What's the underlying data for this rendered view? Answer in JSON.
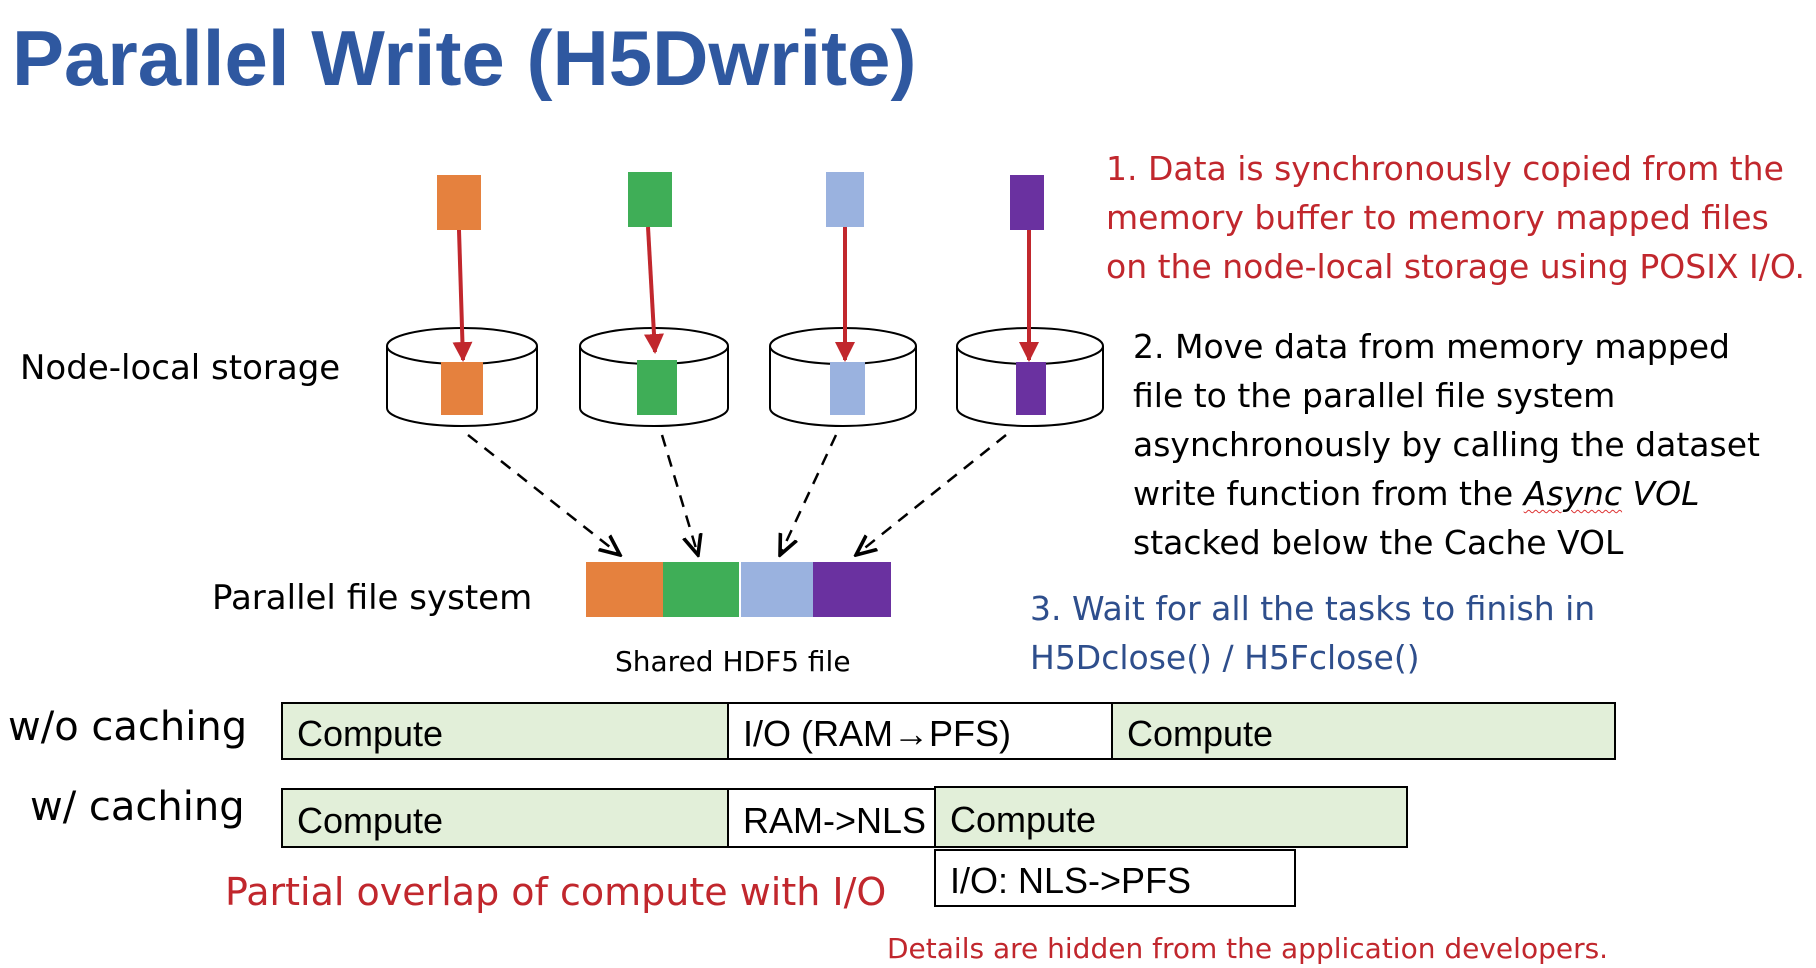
{
  "title": "Parallel Write (H5Dwrite)",
  "colors": {
    "title": "#2f58a0",
    "orange": "#e5813e",
    "green": "#3fae57",
    "light_blue": "#9ab2df",
    "purple": "#6a31a0",
    "arrow_red": "#c1272d",
    "step_red": "#c1272d",
    "step_blue": "#2e4e8c",
    "compute_fill": "#e2efd9"
  },
  "labels": {
    "node_local": "Node-local storage",
    "pfs": "Parallel file system",
    "shared_file": "Shared HDF5 file"
  },
  "steps": {
    "step1": [
      "1. Data is synchronously copied from the",
      "memory buffer to memory mapped files",
      "on the node-local storage using POSIX I/O."
    ],
    "step2": {
      "line1": "2. Move data from memory mapped",
      "line2": "file to the parallel file system",
      "line3": "asynchronously by calling the dataset",
      "line4_pre": "write function from the ",
      "line4_italic1": "Async",
      "line4_italic2": " VOL",
      "line5": "stacked below the Cache VOL"
    },
    "step3": [
      "3. Wait for all the tasks to finish in",
      "H5Dclose() / H5Fclose()"
    ]
  },
  "timeline": {
    "wo_label": "w/o caching",
    "w_label": "w/ caching",
    "wo_segments": [
      "Compute",
      "I/O (RAM→PFS)",
      "Compute"
    ],
    "w_segments": [
      "Compute",
      "RAM->NLS",
      "Compute",
      "I/O: NLS->PFS"
    ]
  },
  "overlap_note": "Partial overlap of compute with I/O",
  "footer": "Details are hidden from the application developers."
}
